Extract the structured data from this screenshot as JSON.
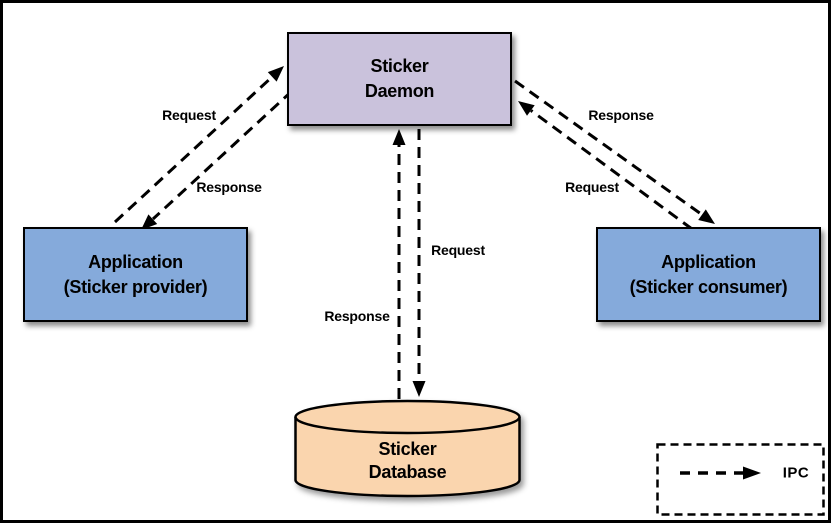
{
  "diagram": {
    "nodes": {
      "daemon": {
        "lines": [
          "Sticker",
          "Daemon"
        ]
      },
      "provider": {
        "lines": [
          "Application",
          "(Sticker provider)"
        ]
      },
      "consumer": {
        "lines": [
          "Application",
          "(Sticker consumer)"
        ]
      },
      "database": {
        "lines": [
          "Sticker",
          "Database"
        ]
      }
    },
    "edge_labels": {
      "provider_request": "Request",
      "provider_response": "Response",
      "consumer_request": "Request",
      "consumer_response": "Response",
      "database_request": "Request",
      "database_response": "Response"
    },
    "legend": {
      "label": "IPC"
    },
    "colors": {
      "daemon_fill": "#cac2dc",
      "application_fill": "#85aadb",
      "database_fill": "#fad5ae",
      "connector": "#000000",
      "border": "#000000",
      "background": "#ffffff"
    }
  }
}
